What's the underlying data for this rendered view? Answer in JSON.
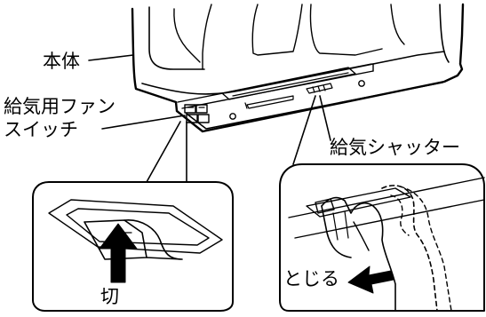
{
  "labels": {
    "body": "本体",
    "intake_fan_switch_line1": "給気用ファン",
    "intake_fan_switch_line2": "スイッチ",
    "intake_shutter": "給気シャッター",
    "off": "切",
    "close": "とじる"
  },
  "colors": {
    "line": "#000000",
    "background": "#ffffff"
  }
}
